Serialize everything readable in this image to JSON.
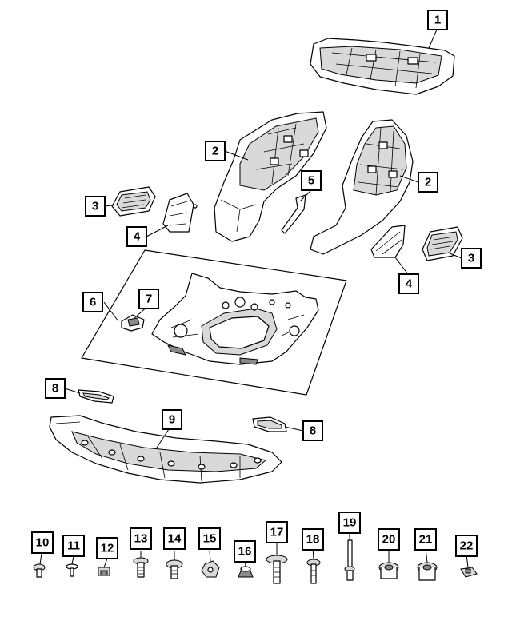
{
  "callouts": [
    {
      "id": "c1",
      "label": "1"
    },
    {
      "id": "c2a",
      "label": "2"
    },
    {
      "id": "c2b",
      "label": "2"
    },
    {
      "id": "c3a",
      "label": "3"
    },
    {
      "id": "c3b",
      "label": "3"
    },
    {
      "id": "c4a",
      "label": "4"
    },
    {
      "id": "c4b",
      "label": "4"
    },
    {
      "id": "c5",
      "label": "5"
    },
    {
      "id": "c6",
      "label": "6"
    },
    {
      "id": "c7",
      "label": "7"
    },
    {
      "id": "c8a",
      "label": "8"
    },
    {
      "id": "c8b",
      "label": "8"
    },
    {
      "id": "c9",
      "label": "9"
    },
    {
      "id": "c10",
      "label": "10"
    },
    {
      "id": "c11",
      "label": "11"
    },
    {
      "id": "c12",
      "label": "12"
    },
    {
      "id": "c13",
      "label": "13"
    },
    {
      "id": "c14",
      "label": "14"
    },
    {
      "id": "c15",
      "label": "15"
    },
    {
      "id": "c16",
      "label": "16"
    },
    {
      "id": "c17",
      "label": "17"
    },
    {
      "id": "c18",
      "label": "18"
    },
    {
      "id": "c19",
      "label": "19"
    },
    {
      "id": "c20",
      "label": "20"
    },
    {
      "id": "c21",
      "label": "21"
    },
    {
      "id": "c22",
      "label": "22"
    }
  ]
}
